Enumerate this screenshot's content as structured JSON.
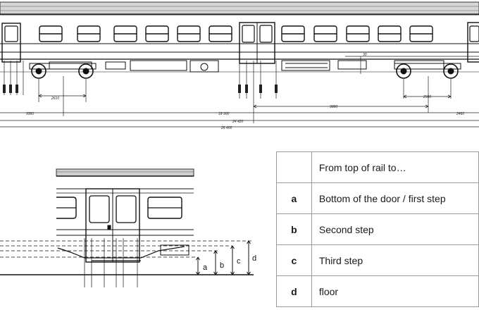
{
  "drawing": {
    "dimensions": [
      "2610",
      "9360",
      "18 900",
      "24 420",
      "26 400",
      "9880",
      "2500",
      "2460",
      "30"
    ],
    "step_labels": [
      "a",
      "b",
      "c",
      "d"
    ]
  },
  "table": {
    "header": "From top of rail to…",
    "rows": [
      {
        "key": "a",
        "desc": "Bottom of the door / first step"
      },
      {
        "key": "b",
        "desc": "Second step"
      },
      {
        "key": "c",
        "desc": "Third step"
      },
      {
        "key": "d",
        "desc": "floor"
      }
    ]
  }
}
